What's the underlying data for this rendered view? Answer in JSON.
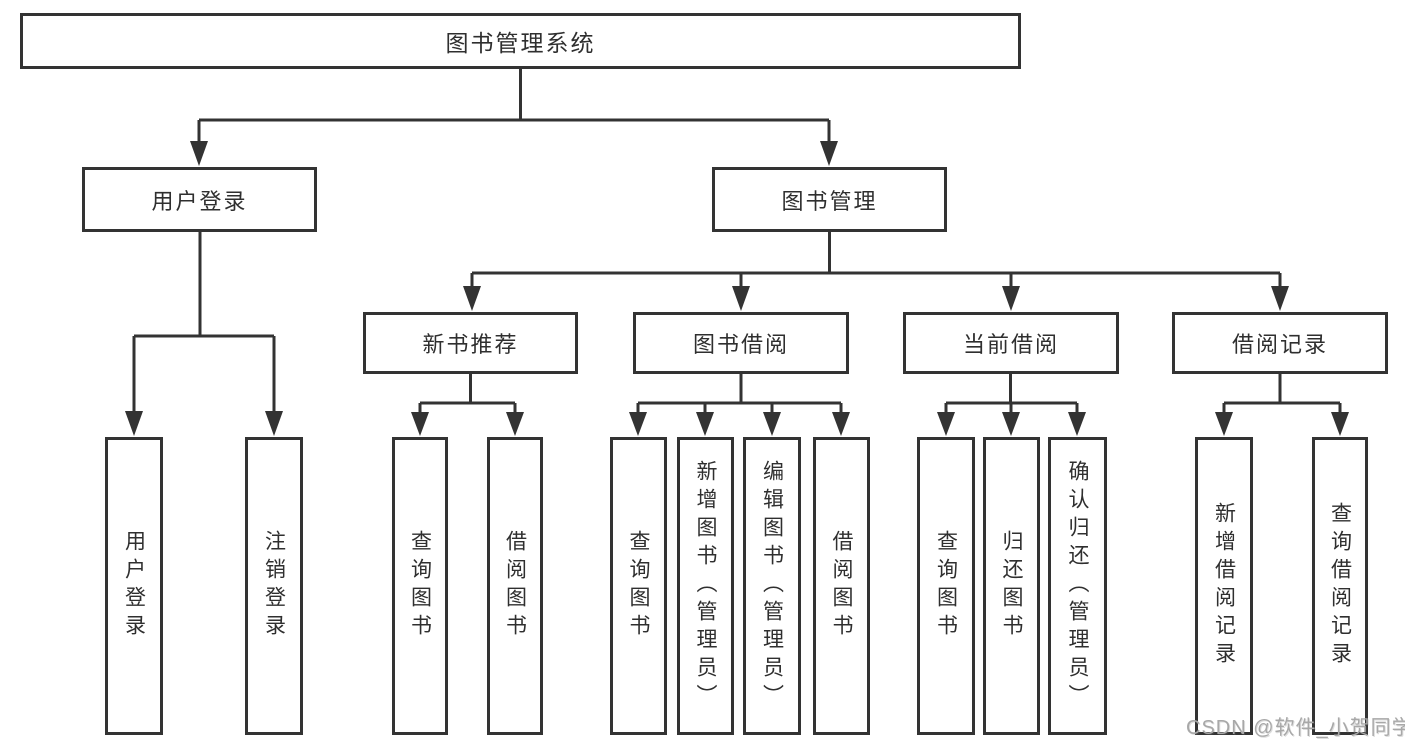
{
  "diagram": {
    "root": "图书管理系统",
    "branches": [
      {
        "label": "用户登录",
        "children": [
          "用户登录",
          "注销登录"
        ]
      },
      {
        "label": "图书管理",
        "groups": [
          {
            "label": "新书推荐",
            "children": [
              "查询图书",
              "借阅图书"
            ]
          },
          {
            "label": "图书借阅",
            "children": [
              "查询图书",
              "新增图书（管理员）",
              "编辑图书（管理员）",
              "借阅图书"
            ]
          },
          {
            "label": "当前借阅",
            "children": [
              "查询图书",
              "归还图书",
              "确认归还（管理员）"
            ]
          },
          {
            "label": "借阅记录",
            "children": [
              "新增借阅记录",
              "查询借阅记录"
            ]
          }
        ]
      }
    ]
  },
  "watermark": "CSDN @软件_小贺同学",
  "colors": {
    "line": "#333333",
    "box_border": "#333333",
    "box_fill": "#ffffff",
    "text": "#2f2f2f",
    "watermark": "#a8a8a8",
    "background": "#ffffff"
  }
}
